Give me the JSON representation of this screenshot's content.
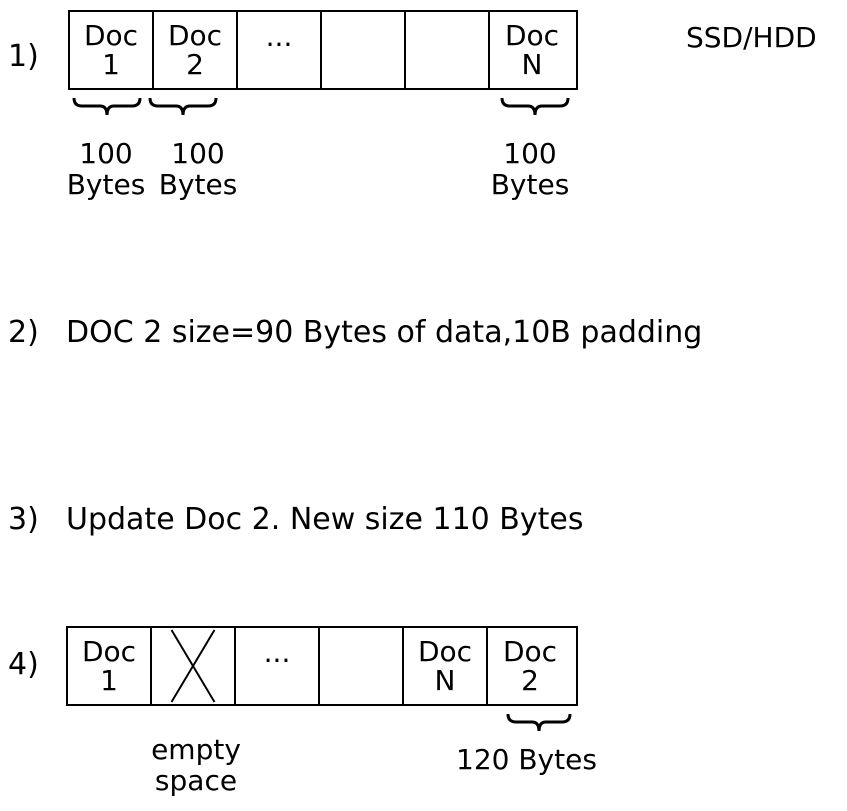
{
  "step1": {
    "label": "1)",
    "storage_label": "SSD/HDD",
    "cells": [
      {
        "line1": "Doc",
        "line2": "1"
      },
      {
        "line1": "Doc",
        "line2": "2"
      },
      {
        "line1": "...",
        "line2": ""
      },
      {
        "line1": "",
        "line2": ""
      },
      {
        "line1": "",
        "line2": ""
      },
      {
        "line1": "Doc",
        "line2": "N"
      }
    ],
    "sizes": [
      {
        "value": "100",
        "unit": "Bytes"
      },
      {
        "value": "100",
        "unit": "Bytes"
      },
      {
        "value": "100",
        "unit": "Bytes"
      }
    ]
  },
  "step2": {
    "label": "2)",
    "text": "DOC 2 size=90 Bytes of data,10B padding"
  },
  "step3": {
    "label": "3)",
    "text": "Update Doc 2. New size 110 Bytes"
  },
  "step4": {
    "label": "4)",
    "cells": [
      {
        "line1": "Doc",
        "line2": "1"
      },
      {
        "line1": "",
        "line2": ""
      },
      {
        "line1": "...",
        "line2": ""
      },
      {
        "line1": "",
        "line2": ""
      },
      {
        "line1": "Doc",
        "line2": "N"
      },
      {
        "line1": "Doc",
        "line2": "2"
      }
    ],
    "empty_label_line1": "empty",
    "empty_label_line2": "space",
    "new_size_label": "120 Bytes"
  }
}
